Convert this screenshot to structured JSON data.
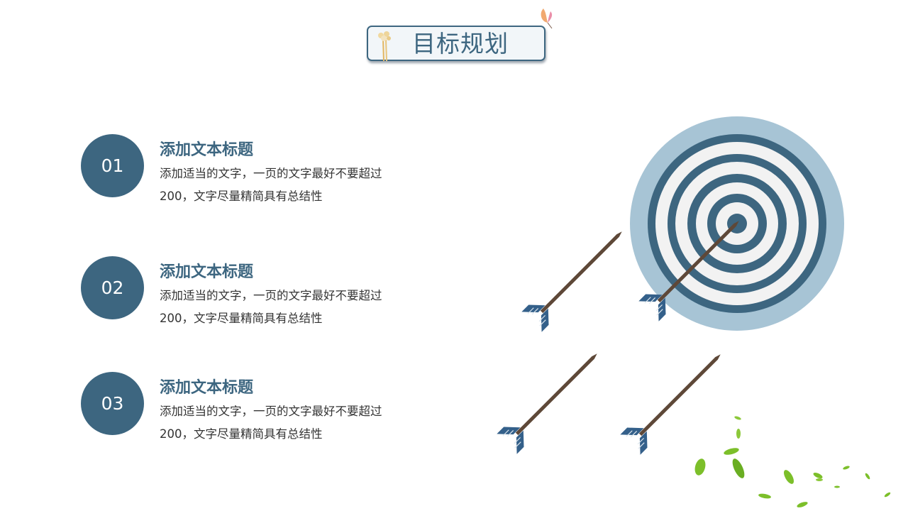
{
  "header": {
    "title": "目标规划",
    "decorations": [
      "flower-icon",
      "butterfly-icon"
    ]
  },
  "items": [
    {
      "number": "01",
      "title": "添加文本标题",
      "description": "添加适当的文字，一页的文字最好不要超过200，文字尽量精简具有总结性"
    },
    {
      "number": "02",
      "title": "添加文本标题",
      "description": "添加适当的文字，一页的文字最好不要超过200，文字尽量精简具有总结性"
    },
    {
      "number": "03",
      "title": "添加文本标题",
      "description": "添加适当的文字，一页的文字最好不要超过200，文字尽量精简具有总结性"
    }
  ],
  "illustration": {
    "target_rings": 5,
    "arrows": 4,
    "decoration": "falling-leaves"
  },
  "colors": {
    "primary": "#3d6680",
    "target_outer": "#a7c4d5",
    "target_light": "#f2f2f2",
    "arrow_shaft": "#5e4838",
    "arrow_fletch": "#34608a",
    "leaf": "#7cbf2a",
    "text": "#333333"
  }
}
